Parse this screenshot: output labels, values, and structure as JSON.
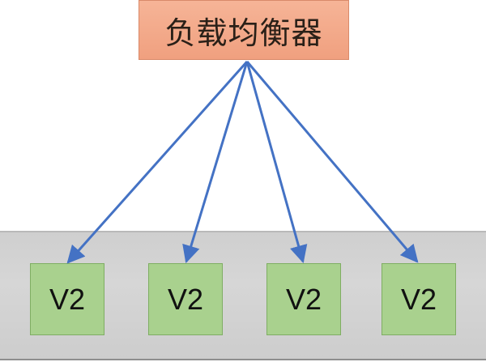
{
  "load_balancer": {
    "label": "负载均衡器",
    "color": "#f4ab8b"
  },
  "servers": [
    {
      "label": "V2"
    },
    {
      "label": "V2"
    },
    {
      "label": "V2"
    },
    {
      "label": "V2"
    }
  ],
  "colors": {
    "arrow": "#4472c4",
    "node": "#a9d18e",
    "pool": "#d3d3d3"
  }
}
